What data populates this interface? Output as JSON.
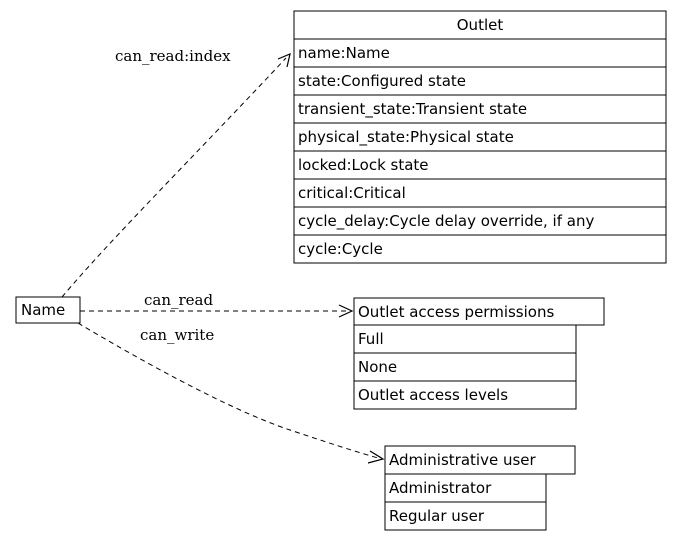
{
  "diagram": {
    "nodes": {
      "name": {
        "label": "Name"
      },
      "outlet": {
        "title": "Outlet",
        "rows": [
          "name:Name",
          "state:Configured state",
          "transient_state:Transient state",
          "physical_state:Physical state",
          "locked:Lock state",
          "critical:Critical",
          "cycle_delay:Cycle delay override, if any",
          "cycle:Cycle"
        ]
      },
      "permissions": {
        "title": "Outlet access permissions",
        "rows": [
          "Full",
          "None",
          "Outlet access levels"
        ]
      },
      "admin": {
        "title": "Administrative user",
        "rows": [
          "Administrator",
          "Regular user"
        ]
      }
    },
    "edges": {
      "can_read_index": "can_read:index",
      "can_read": "can_read",
      "can_write": "can_write"
    }
  }
}
